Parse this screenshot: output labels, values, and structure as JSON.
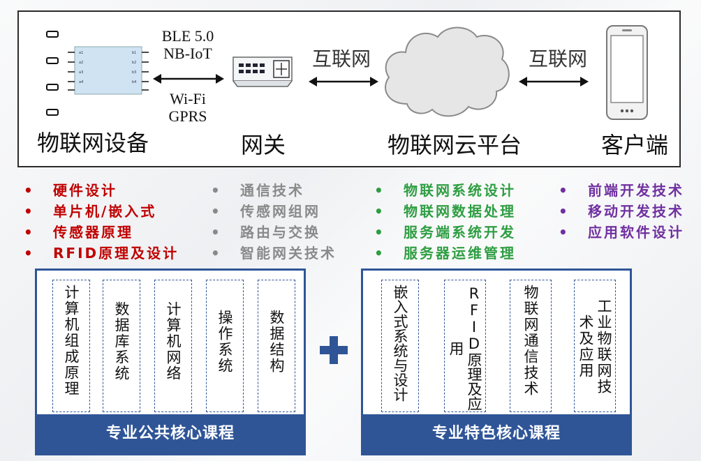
{
  "architecture": {
    "nodes": {
      "device": "物联网设备",
      "gateway": "网关",
      "cloud": "物联网云平台",
      "client": "客户端"
    },
    "protocols": {
      "upper": [
        "BLE 5.0",
        "NB-IoT"
      ],
      "lower": [
        "Wi-Fi",
        "GPRS"
      ]
    },
    "internet_left": "互联网",
    "internet_right": "互联网"
  },
  "skills": {
    "hardware": {
      "color": "#c00000",
      "items": [
        "硬件设计",
        "单片机/嵌入式",
        "传感器原理",
        "RFID原理及设计"
      ]
    },
    "communication": {
      "color": "#8a8a8a",
      "items": [
        "通信技术",
        "传感网组网",
        "路由与交换",
        "智能网关技术"
      ]
    },
    "platform": {
      "color": "#2e9e42",
      "items": [
        "物联网系统设计",
        "物联网数据处理",
        "服务端系统开发",
        "服务器运维管理"
      ]
    },
    "application": {
      "color": "#7030a0",
      "items": [
        "前端开发技术",
        "移动开发技术",
        "应用软件设计"
      ]
    }
  },
  "courses": {
    "public": {
      "title": "专业公共核心课程",
      "items": [
        "计算机组成原理",
        "数据库系统",
        "计算机网络",
        "操作系统",
        "数据结构"
      ]
    },
    "special": {
      "title": "专业特色核心课程",
      "items": [
        "嵌入式系统与设计",
        "RFID原理及应用",
        "物联网通信技术",
        "工业物联网技术及应用"
      ]
    },
    "accent_color": "#2f5597"
  },
  "icons": [
    "chip-icon",
    "gateway-icon",
    "cloud-icon",
    "smartphone-icon",
    "double-arrow-icon",
    "plus-icon"
  ]
}
